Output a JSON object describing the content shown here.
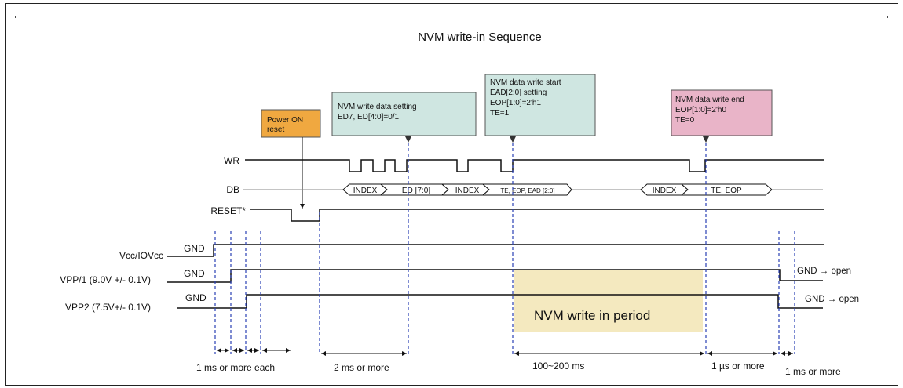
{
  "title": "NVM write-in Sequence",
  "callouts": {
    "power_on_reset": [
      "Power ON",
      "reset"
    ],
    "data_setting": [
      "NVM write data setting",
      "ED7, ED[4:0]=0/1"
    ],
    "write_start": [
      "NVM data write start",
      "EAD[2:0] setting",
      "EOP[1:0]=2'h1",
      "TE=1"
    ],
    "write_end": [
      "NVM data write end",
      "EOP[1:0]=2'h0",
      "TE=0"
    ]
  },
  "signals": {
    "wr": "WR",
    "db": "DB",
    "reset": "RESET*",
    "vcc": "Vcc/IOVcc",
    "vpp1": "VPP/1 (9.0V +/- 0.1V)",
    "vpp2": "VPP2 (7.5V+/- 0.1V)",
    "gnd": "GND"
  },
  "db_segments": [
    "INDEX",
    "ED [7:0]",
    "INDEX",
    "TE, EOP, EAD [2:0]",
    "INDEX",
    "TE, EOP"
  ],
  "period_label": "NVM write in period",
  "end_labels": {
    "vpp1": "GND → open",
    "vpp2": "GND → open"
  },
  "timing": {
    "each": "1 ms or more each",
    "two_ms": "2 ms or more",
    "range": "100~200 ms",
    "one_us": "1 µs or more",
    "one_ms": "1 ms or more"
  },
  "colors": {
    "power_on_reset": "#f0a840",
    "data_setting": "#cfe6e1",
    "write_start": "#cfe6e1",
    "write_end": "#e9b4c8",
    "period": "#f4e9bf",
    "guide": "#2a3fb5"
  }
}
